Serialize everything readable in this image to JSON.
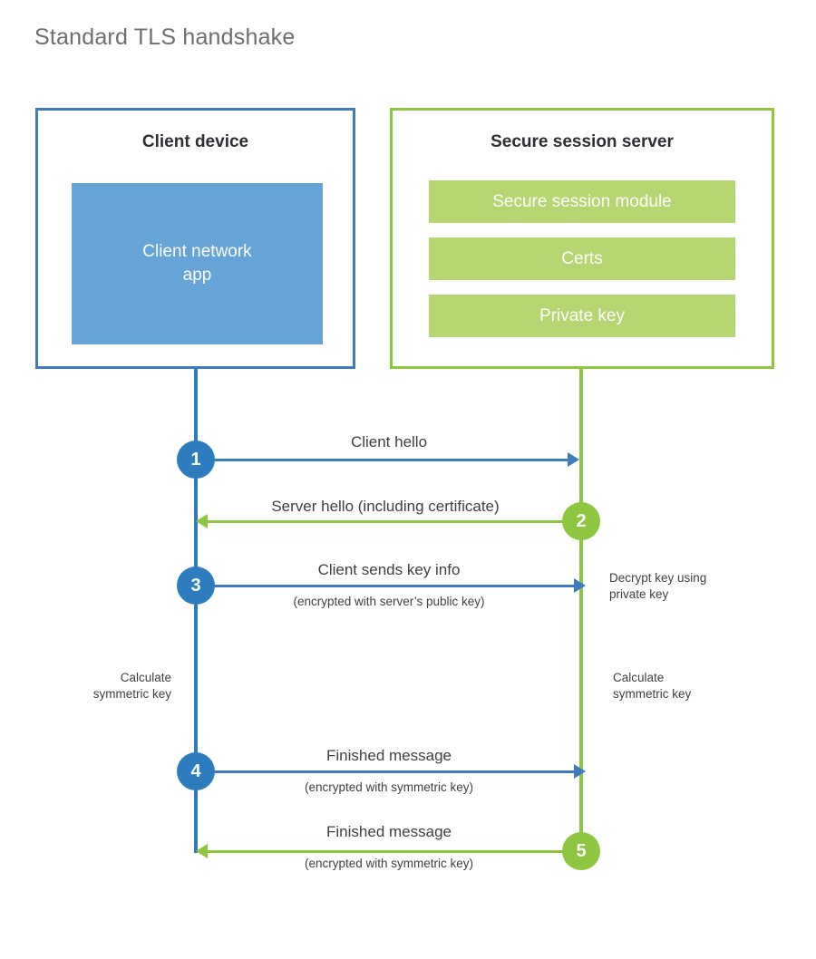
{
  "title": "Standard TLS handshake",
  "colors": {
    "client_border": "#3E7CBF",
    "client_block": "#66A3D6",
    "client_accent": "#2D7DBE",
    "server_border": "#8DC63F",
    "server_block": "#B5D671",
    "server_accent": "#8DC63F",
    "text": "#404040",
    "title": "#6D6E71",
    "background": "#FFFFFF"
  },
  "client": {
    "title": "Client device",
    "app_label_line1": "Client network",
    "app_label_line2": "app"
  },
  "server": {
    "title": "Secure session server",
    "blocks": [
      {
        "label": "Secure session module"
      },
      {
        "label": "Certs"
      },
      {
        "label": "Private key"
      }
    ]
  },
  "steps": [
    {
      "number": "1",
      "side": "client",
      "direction": "client-to-server",
      "label": "Client hello",
      "sublabel": ""
    },
    {
      "number": "2",
      "side": "server",
      "direction": "server-to-client",
      "label": "Server hello (including certificate)",
      "sublabel": ""
    },
    {
      "number": "3",
      "side": "client",
      "direction": "client-to-server",
      "label": "Client sends key info",
      "sublabel": "(encrypted with server’s public key)"
    },
    {
      "number": "4",
      "side": "client",
      "direction": "client-to-server",
      "label": "Finished message",
      "sublabel": "(encrypted with symmetric key)"
    },
    {
      "number": "5",
      "side": "server",
      "direction": "server-to-client",
      "label": "Finished message",
      "sublabel": "(encrypted with symmetric key)"
    }
  ],
  "annotations": {
    "decrypt_key": "Decrypt key using\nprivate key",
    "calculate_symmetric_key_client": "Calculate\nsymmetric key",
    "calculate_symmetric_key_server": "Calculate\nsymmetric key"
  }
}
